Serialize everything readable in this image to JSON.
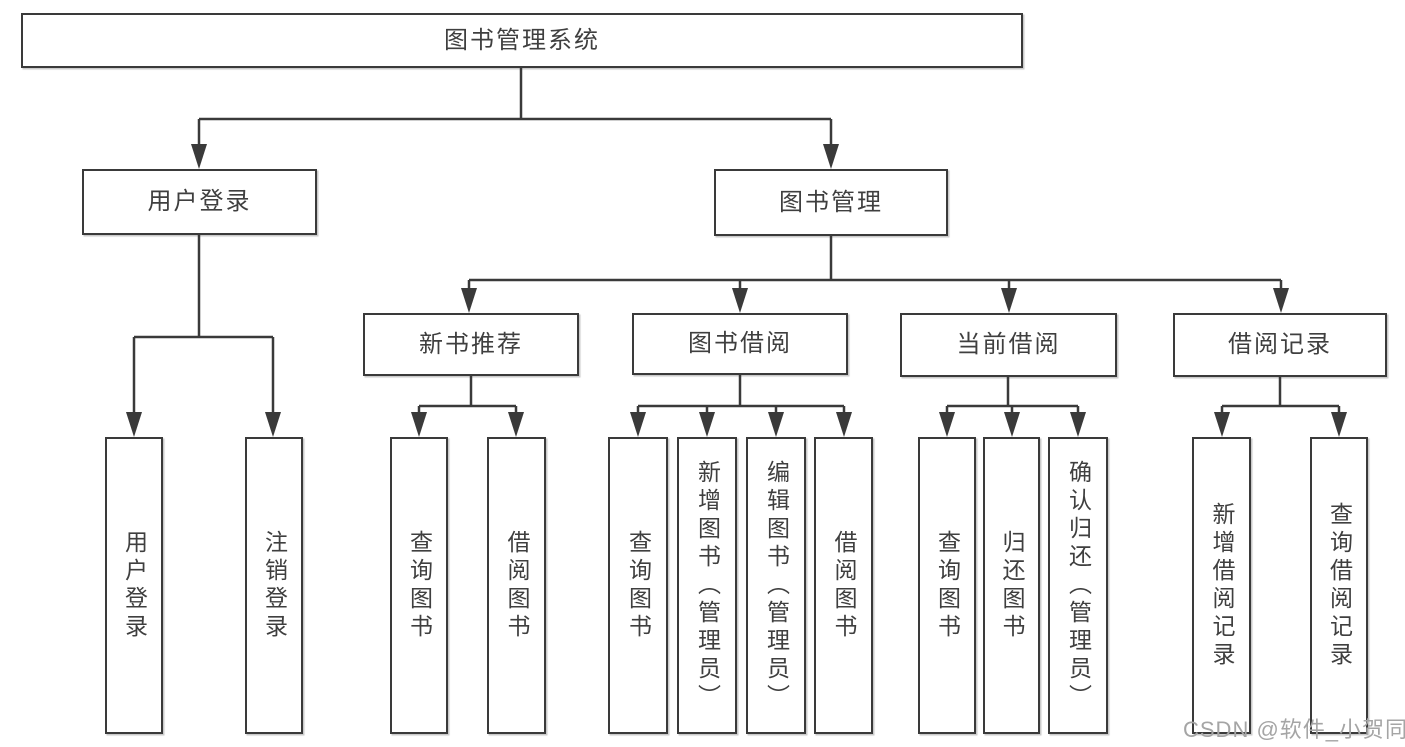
{
  "diagram": {
    "root": {
      "label": "图书管理系统"
    },
    "level2": [
      {
        "label": "用户登录"
      },
      {
        "label": "图书管理"
      }
    ],
    "level3": [
      {
        "label": "新书推荐"
      },
      {
        "label": "图书借阅"
      },
      {
        "label": "当前借阅"
      },
      {
        "label": "借阅记录"
      }
    ],
    "leaves": {
      "user_login": [
        {
          "label": "用户登录"
        },
        {
          "label": "注销登录"
        }
      ],
      "new_book": [
        {
          "label": "查询图书"
        },
        {
          "label": "借阅图书"
        }
      ],
      "book_borrow": [
        {
          "label": "查询图书"
        },
        {
          "label": "新增图书（管理员）"
        },
        {
          "label": "编辑图书（管理员）"
        },
        {
          "label": "借阅图书"
        }
      ],
      "current_borrow": [
        {
          "label": "查询图书"
        },
        {
          "label": "归还图书"
        },
        {
          "label": "确认归还（管理员）"
        }
      ],
      "borrow_record": [
        {
          "label": "新增借阅记录"
        },
        {
          "label": "查询借阅记录"
        }
      ]
    },
    "watermark": "CSDN @软件_小贺同学",
    "colors": {
      "line": "#3a3a3a",
      "text": "#3f3f3f",
      "watermark": "#a5a5a5",
      "background": "#ffffff"
    }
  }
}
